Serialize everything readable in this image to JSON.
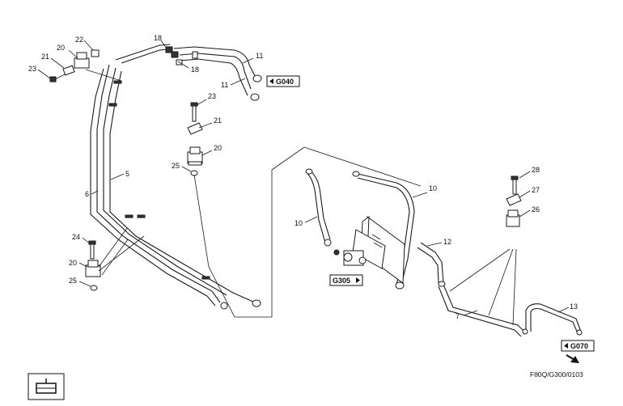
{
  "callouts": {
    "c22": "22",
    "c20a": "20",
    "c21a": "21",
    "c23a": "23",
    "c18a": "18",
    "c18b": "18",
    "c11a": "11",
    "c11b": "11",
    "c23b": "23",
    "c21b": "21",
    "c20b": "20",
    "c25a": "25",
    "c5": "5",
    "c6": "6",
    "c24": "24",
    "c20c": "20",
    "c25b": "25",
    "c10a": "10",
    "c10b": "10",
    "c12": "12",
    "c28": "28",
    "c27": "27",
    "c26": "26",
    "c7": "7",
    "c13": "13"
  },
  "refs": {
    "g040": "G040",
    "g305": "G305",
    "g070": "G070"
  },
  "figure_code": "F80Q/G300/0103",
  "icons": {
    "ref_left_arrow": "left-triangle-arrow-icon",
    "ref_right_arrow": "right-triangle-arrow-icon",
    "direction_arrow": "direction-arrow-icon",
    "machine_symbol": "machine-silhouette-icon"
  }
}
